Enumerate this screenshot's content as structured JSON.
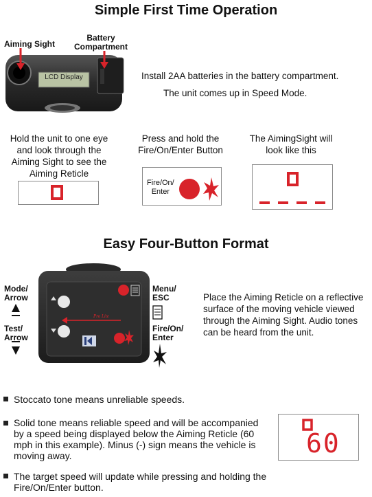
{
  "section1": {
    "title": "Simple First Time Operation",
    "label_aiming_sight": "Aiming Sight",
    "label_battery": "Battery\nCompartment",
    "lcd_text": "LCD Display",
    "install_text": "Install 2AA batteries in the battery compartment.",
    "speed_mode_text": "The unit comes up in Speed Mode.",
    "step1_text": "Hold the unit to one eye and look through the Aiming Sight to see the Aiming Reticle",
    "step2_text": "Press and hold the Fire/On/Enter Button",
    "step3_text": "The AimingSight will look like this",
    "fire_button_label": "Fire/On/\nEnter"
  },
  "section2": {
    "title": "Easy Four-Button Format",
    "label_mode_arrow": "Mode/\nArrow",
    "label_test_arrow": "Test/\nArrow",
    "label_menu_esc": "Menu/\nESC",
    "label_fire_enter": "Fire/On/\nEnter",
    "description": "Place the Aiming Reticle on a reflective surface of the moving vehicle viewed through the Aiming Sight. Audio tones can be heard from the unit."
  },
  "bullets": [
    {
      "text": "Stoccato tone means unreliable speeds."
    },
    {
      "text": "Solid tone means reliable speed and will be accompanied by a speed being displayed below the Aiming Reticle (60 mph in this example). Minus (-) sign means the vehicle is moving away."
    },
    {
      "text": "The target speed will update while pressing and holding the Fire/On/Enter button."
    }
  ],
  "speed_display": {
    "value": "60"
  },
  "colors": {
    "red": "#d8232a",
    "dark_device": "#2c2c2c"
  }
}
